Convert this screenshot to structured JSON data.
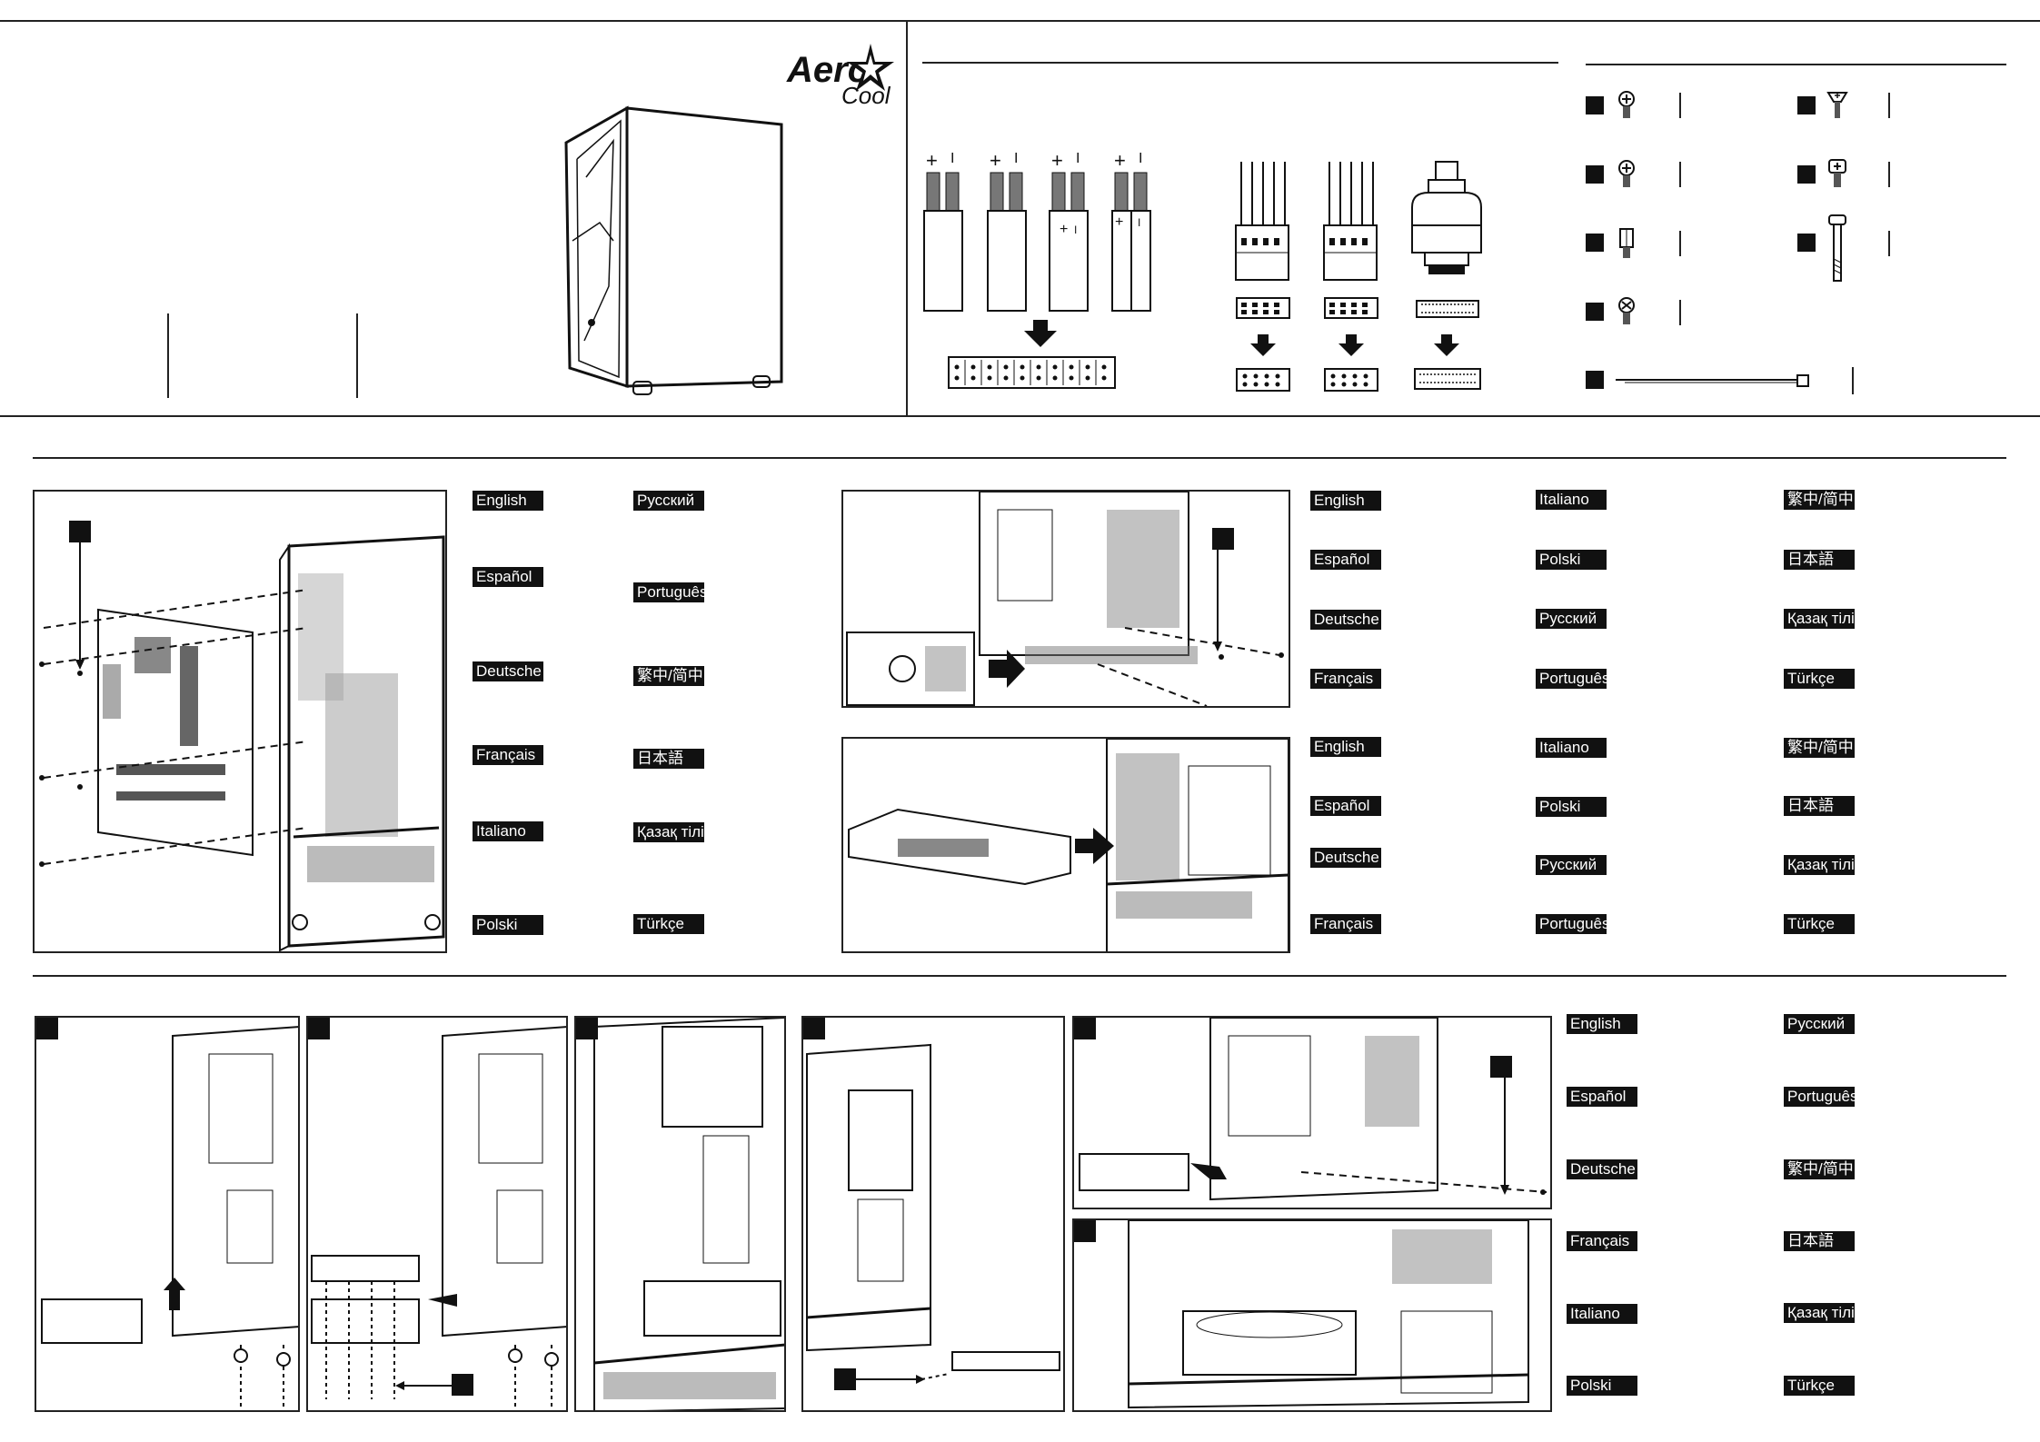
{
  "brand": {
    "name_main": "Aero",
    "name_sub": "Cool"
  },
  "colors": {
    "ink": "#111111",
    "paper": "#ffffff",
    "line": "#222222"
  },
  "connectors": {
    "polarity_plus": "+",
    "polarity_minus": "I"
  },
  "section2": {
    "motherboard_langs": [
      "English",
      "Español",
      "Deutsche",
      "Français",
      "Italiano",
      "Polski"
    ],
    "motherboard_langs_right": [
      "Русский",
      "Português",
      "繁中/简中",
      "日本語",
      "Қазақ тілі",
      "Türkçe"
    ],
    "psu_langs_col1": [
      "English",
      "Español",
      "Deutsche",
      "Français"
    ],
    "psu_langs_col2": [
      "Italiano",
      "Polski",
      "Русский",
      "Português"
    ],
    "psu_langs_col3": [
      "繁中/简中",
      "日本語",
      "Қазақ тілі",
      "Türkçe"
    ],
    "gpu_langs_col1": [
      "English",
      "Español",
      "Deutsche",
      "Français"
    ],
    "gpu_langs_col2": [
      "Italiano",
      "Polski",
      "Русский",
      "Português"
    ],
    "gpu_langs_col3": [
      "繁中/简中",
      "日本語",
      "Қазақ тілі",
      "Türkçe"
    ]
  },
  "section3": {
    "hdd_langs_col1": [
      "English",
      "Español",
      "Deutsche",
      "Français",
      "Italiano",
      "Polski"
    ],
    "hdd_langs_col2": [
      "Русский",
      "Português",
      "繁中/简中",
      "日本語",
      "Қазақ тілі",
      "Türkçe"
    ]
  }
}
